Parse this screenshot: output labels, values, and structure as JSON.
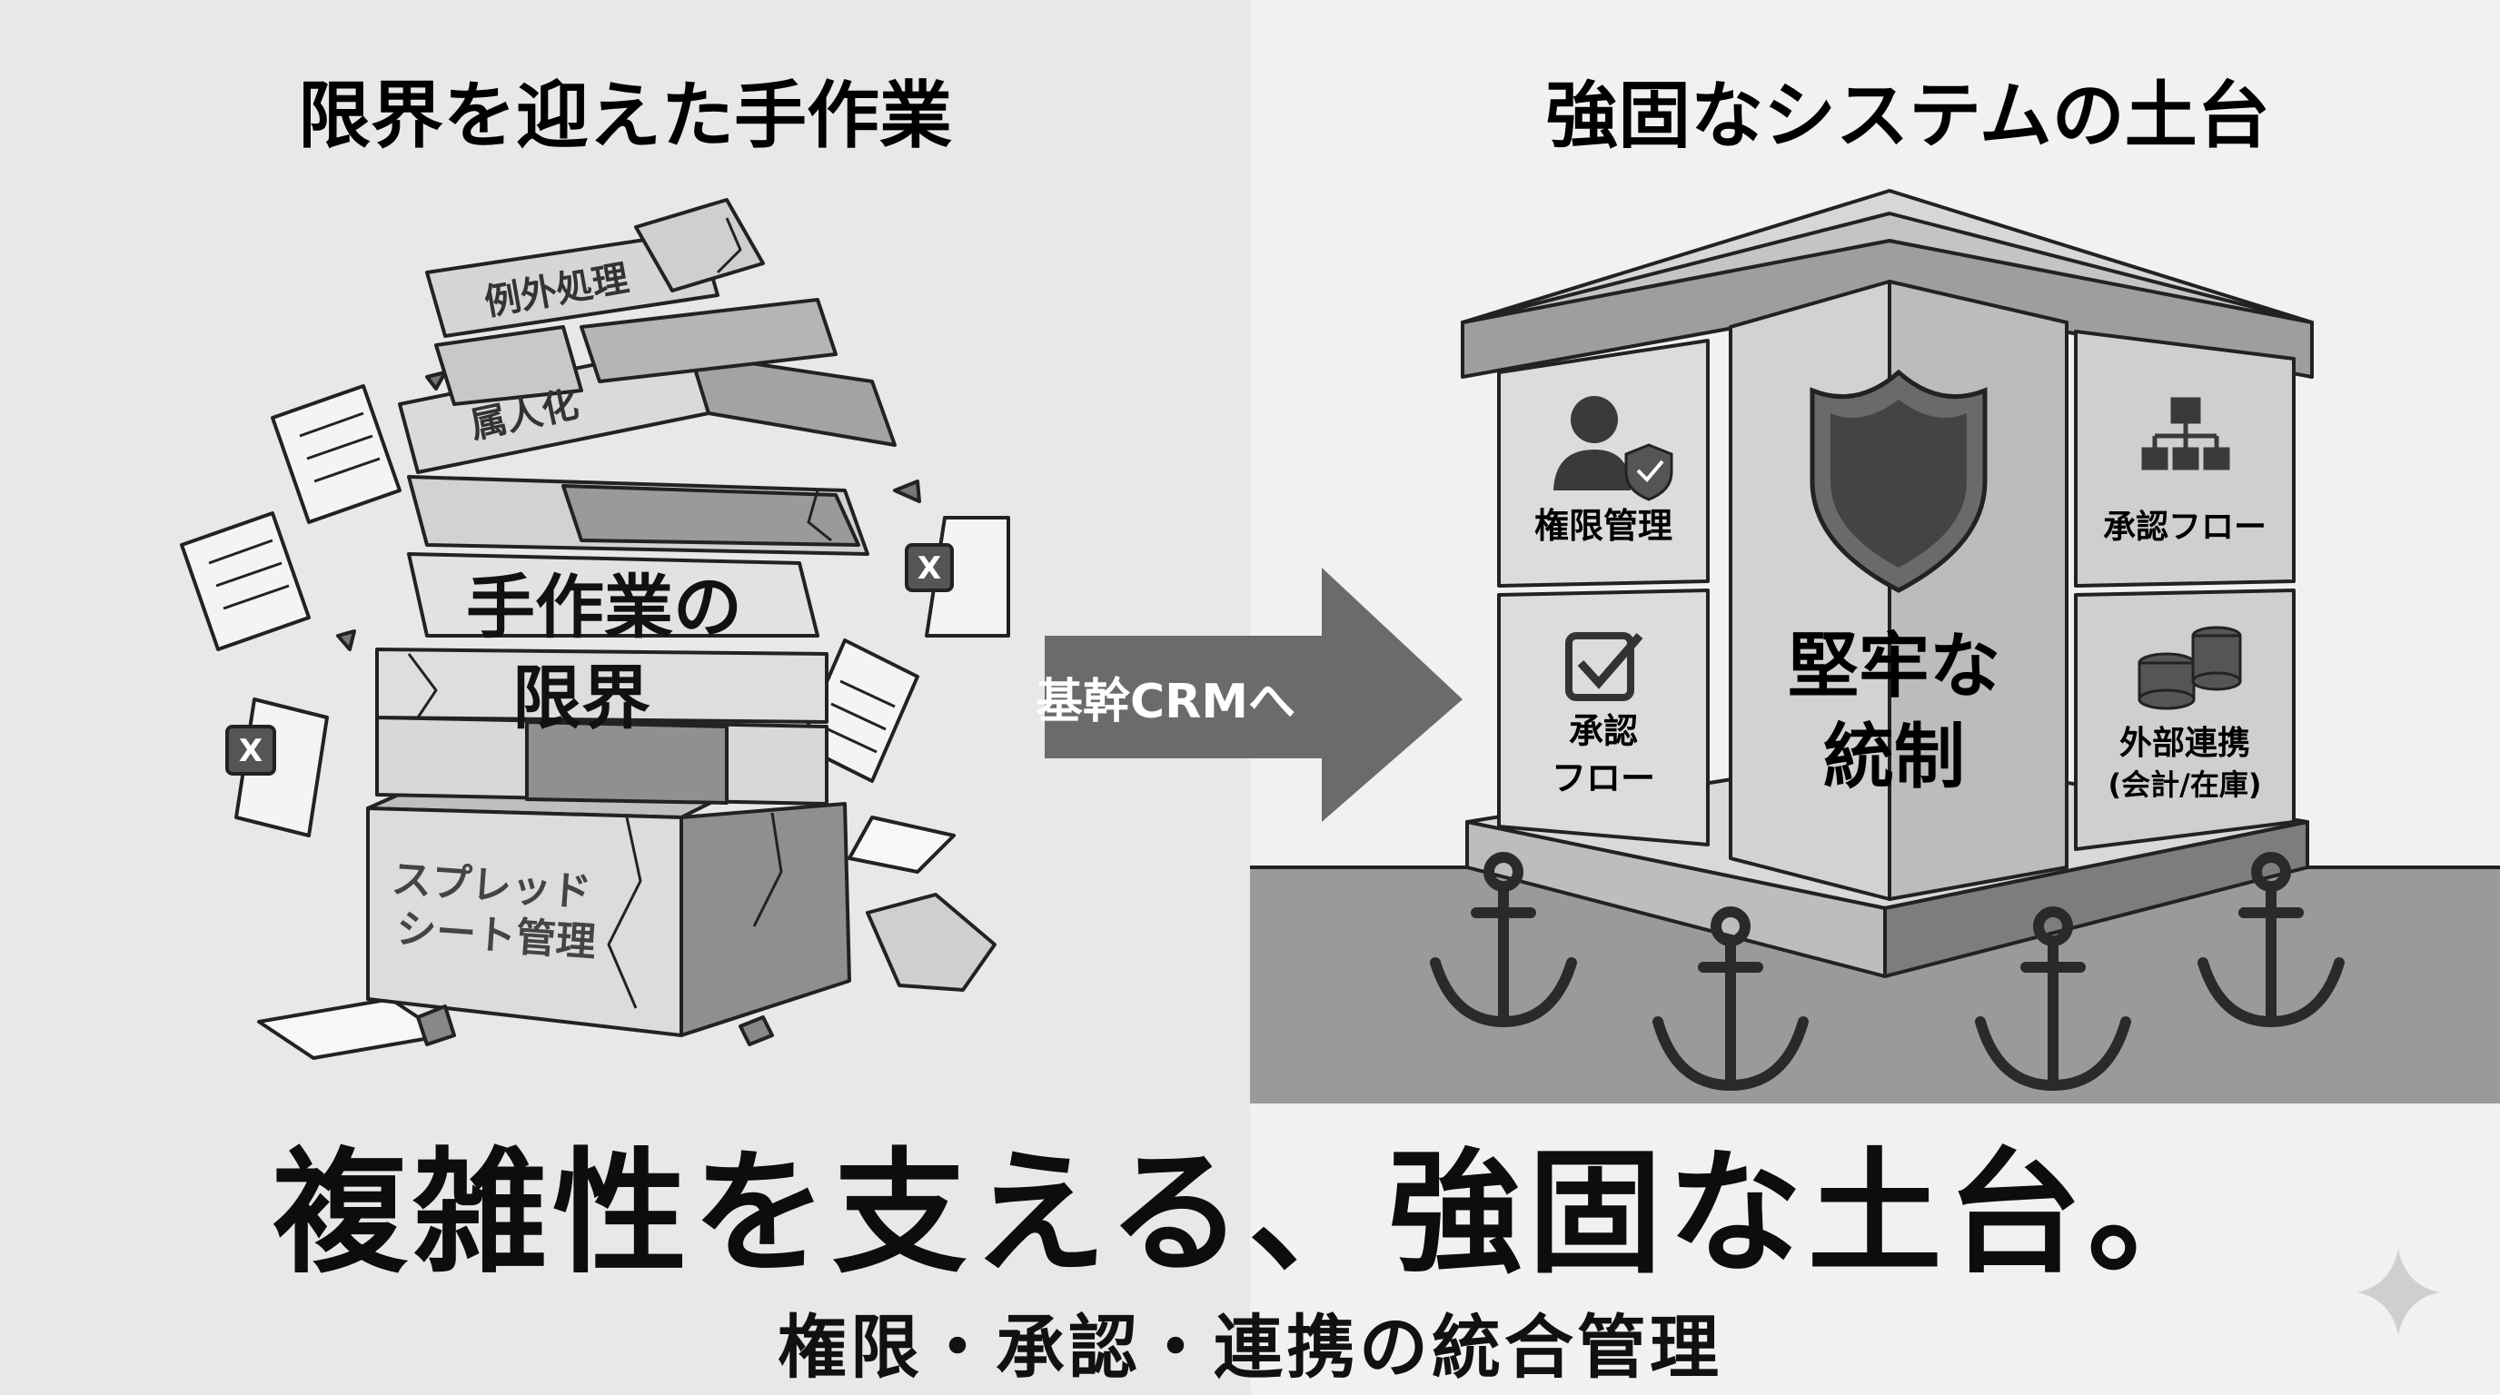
{
  "left_panel": {
    "title": "限界を迎えた手作業",
    "blocks": {
      "exception": "例外処理",
      "personal": "属人化",
      "center_line1": "手作業の",
      "center_line2": "限界",
      "spreadsheet_line1": "スプレッド",
      "spreadsheet_line2": "シート管理"
    },
    "file_badge": "X"
  },
  "arrow": {
    "label": "基幹CRMへ"
  },
  "right_panel": {
    "title": "強固なシステムの土台",
    "modules": {
      "permission": "権限管理",
      "approval_top": "承認フロー",
      "approval_line1": "承認",
      "approval_line2": "フロー",
      "core_line1": "堅牢な",
      "core_line2": "統制",
      "external_line1": "外部連携",
      "external_line2": "(会計/在庫)"
    }
  },
  "footer": {
    "title": "複雑性を支える、強固な土台。",
    "subtitle": "権限・承認・連携の統合管理"
  },
  "colors": {
    "background": "#ececec",
    "ground": "#9a9a9a",
    "arrow": "#6b6b6b",
    "block_light": "#d4d4d4",
    "block_dark": "#8a8a8a"
  }
}
